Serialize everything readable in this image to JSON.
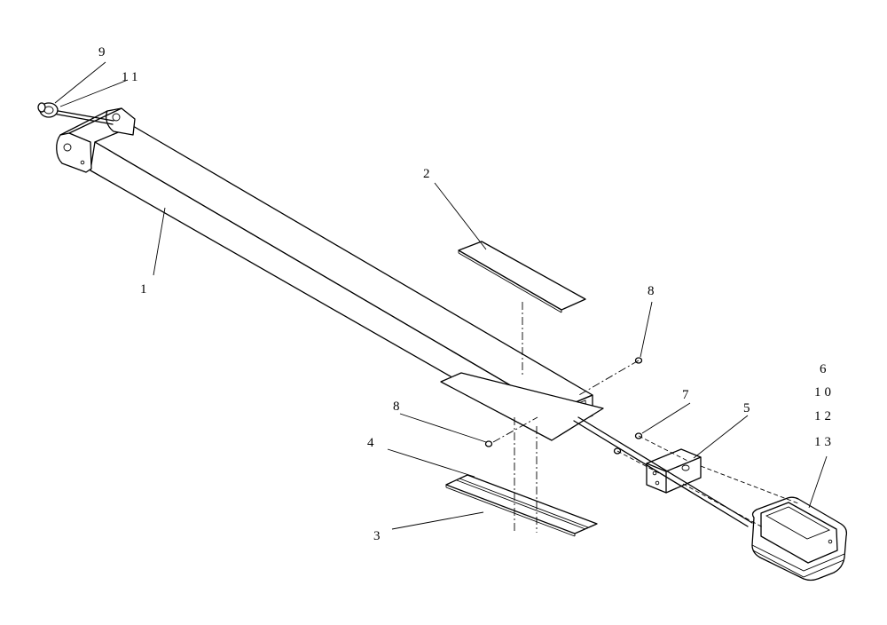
{
  "callouts": {
    "c1": "1",
    "c2": "2",
    "c3": "3",
    "c4": "4",
    "c5": "5",
    "c6": "6",
    "c7": "7",
    "c8_upper": "8",
    "c8_lower": "8",
    "c9": "9",
    "c10": "10",
    "c11": "11",
    "c12": "12",
    "c13": "13"
  }
}
